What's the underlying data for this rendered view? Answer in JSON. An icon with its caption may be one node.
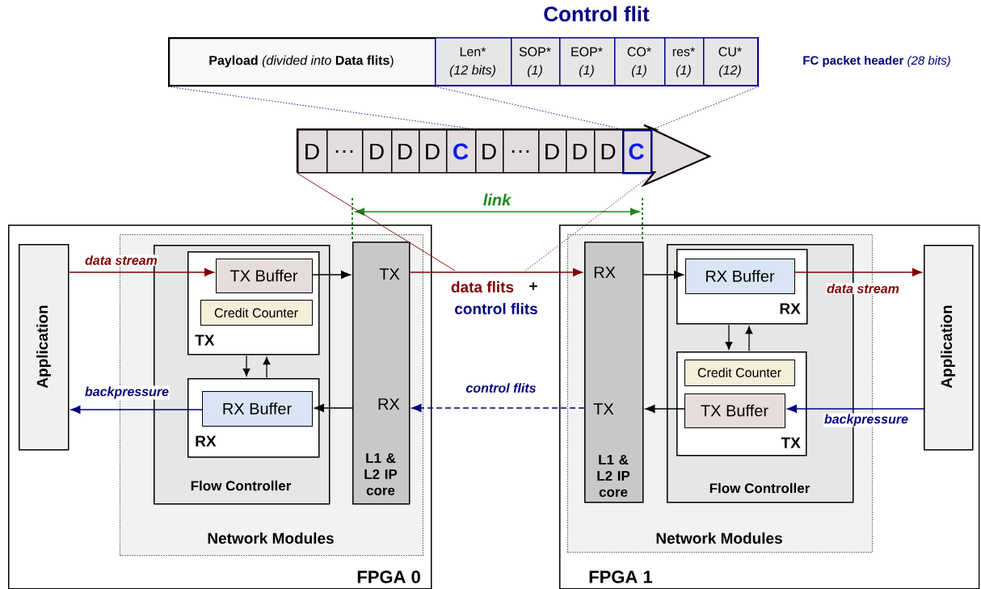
{
  "diagram": {
    "nodes": [
      {
        "text": [
          "FPGA 0"
        ]
      },
      {
        "text": [
          "Network Modules"
        ],
        "in": 0
      },
      {
        "text": [
          "Flow Controller"
        ],
        "in": 1
      },
      {
        "text": [
          "TX"
        ],
        "in": 2
      },
      {
        "text": [
          "TX Buffer"
        ],
        "in": 3
      },
      {
        "text": [
          "Credit Counter"
        ],
        "in": 3
      },
      {
        "text": [
          "RX"
        ],
        "in": 2
      },
      {
        "text": [
          "RX Buffer"
        ],
        "in": 6
      },
      {
        "text": [
          "TX",
          "RX",
          "L1 & L2 IP core"
        ],
        "in": 1
      },
      {
        "text": [
          "Application"
        ],
        "in": 0
      },
      {
        "text": [
          "FPGA 1"
        ]
      },
      {
        "text": [
          "Network Modules"
        ],
        "in": 10
      },
      {
        "text": [
          "RX",
          "TX",
          "L1 & L2 IP core"
        ],
        "in": 11
      },
      {
        "text": [
          "Flow Controller"
        ],
        "in": 11
      },
      {
        "text": [
          "RX"
        ],
        "in": 13
      },
      {
        "text": [
          "RX Buffer"
        ],
        "in": 14
      },
      {
        "text": [
          "TX"
        ],
        "in": 13
      },
      {
        "text": [
          "Credit Counter"
        ],
        "in": 16
      },
      {
        "text": [
          "TX Buffer"
        ],
        "in": 16
      },
      {
        "text": [
          "Application"
        ],
        "in": 10
      },
      {
        "text": [
          "**Payload** *(divided into* **Data flits**)"
        ]
      },
      {
        "text": [
          "Control flit"
        ],
        "beside": [
          "**FC packet header** *(28 bits)*"
        ]
      },
      {
        "text": [
          "Len*",
          "(12 bits)"
        ],
        "in": 21
      },
      {
        "text": [
          "SOP*",
          "(1)"
        ],
        "in": 21
      },
      {
        "text": [
          "EOP*",
          "(1)"
        ],
        "in": 21
      },
      {
        "text": [
          "CO*",
          "(1)"
        ],
        "in": 21
      },
      {
        "text": [
          "res*",
          "(1)"
        ],
        "in": 21
      },
      {
        "text": [
          "CU*",
          "(12)"
        ],
        "in": 21
      },
      {
        "text": [],
        "shape": "arrow"
      },
      {
        "text": [
          "D"
        ],
        "in": 28
      },
      {
        "text": [
          "…"
        ],
        "in": 28
      },
      {
        "text": [
          "D"
        ],
        "in": 28
      },
      {
        "text": [
          "D"
        ],
        "in": 28
      },
      {
        "text": [
          "D"
        ],
        "in": 28
      },
      {
        "text": [
          "C"
        ],
        "in": 28
      },
      {
        "text": [
          "D"
        ],
        "in": 28
      },
      {
        "text": [
          "…"
        ],
        "in": 28
      },
      {
        "text": [
          "D"
        ],
        "in": 28
      },
      {
        "text": [
          "D"
        ],
        "in": 28
      },
      {
        "text": [
          "D"
        ],
        "in": 28
      },
      {
        "text": [
          "C"
        ],
        "in": 28
      }
    ],
    "edges": [
      {
        "from": 9,
        "to": 4,
        "arrow": "to",
        "label": "data stream",
        "color": "#800000"
      },
      {
        "from": 4,
        "to": 8,
        "arrow": "to"
      },
      {
        "from": 8,
        "to": 12,
        "arrow": "to",
        "color": "#800000"
      },
      {
        "from": 12,
        "to": 15,
        "arrow": "to"
      },
      {
        "from": 15,
        "to": 19,
        "arrow": "to",
        "label": "data stream",
        "color": "#800000"
      },
      {
        "from": 19,
        "to": 18,
        "arrow": "to",
        "label": "backpressure",
        "color": "#000080"
      },
      {
        "from": 18,
        "to": 12,
        "arrow": "to"
      },
      {
        "from": 12,
        "to": 8,
        "arrow": "to",
        "label": "control flits",
        "style": "dashed",
        "color": "#000080"
      },
      {
        "from": 8,
        "to": 7,
        "arrow": "to"
      },
      {
        "from": 7,
        "to": 9,
        "arrow": "to",
        "label": "backpressure",
        "color": "#000080"
      },
      {
        "from": 3,
        "to": 6,
        "arrow": "to"
      },
      {
        "from": 6,
        "to": 3,
        "arrow": "to"
      },
      {
        "from": 14,
        "to": 16,
        "arrow": "to"
      },
      {
        "from": 16,
        "to": 14,
        "arrow": "to"
      },
      {
        "from": 20,
        "to": 35,
        "arrow": "none",
        "style": "dashed",
        "color": "#000080"
      },
      {
        "from": 21,
        "to": 40,
        "arrow": "none",
        "style": "dashed",
        "color": "#000080"
      },
      {
        "from": 21,
        "to": 40,
        "arrow": "none",
        "style": "dashed",
        "color": "#000080"
      },
      {
        "from": 29,
        "to": null,
        "arrow": "none",
        "color": "#800000"
      },
      {
        "from": 40,
        "to": null,
        "arrow": "none",
        "style": "dashed",
        "color": "#800000"
      }
    ],
    "labels": [
      "link",
      "data flits",
      "+",
      "control flits"
    ]
  }
}
